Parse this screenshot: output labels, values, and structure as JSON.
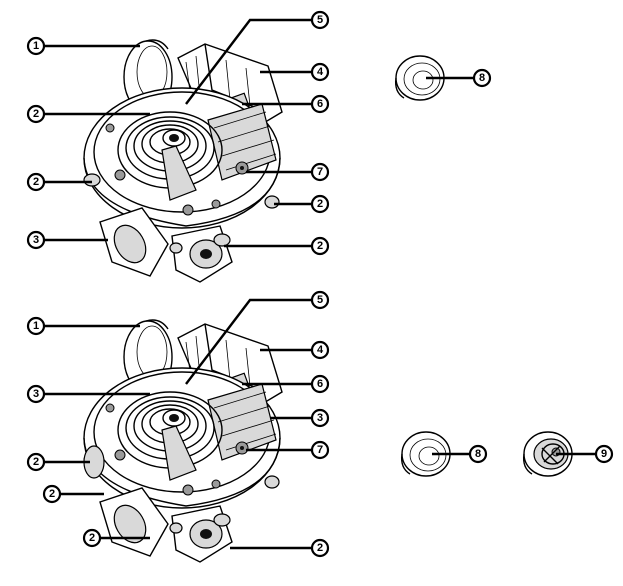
{
  "figures": [
    {
      "name": "upper-assembly",
      "callouts": [
        {
          "id": "c1",
          "label": "1"
        },
        {
          "id": "c2a",
          "label": "2"
        },
        {
          "id": "c2b",
          "label": "2"
        },
        {
          "id": "c3",
          "label": "3"
        },
        {
          "id": "c5",
          "label": "5"
        },
        {
          "id": "c4",
          "label": "4"
        },
        {
          "id": "c6",
          "label": "6"
        },
        {
          "id": "c7",
          "label": "7"
        },
        {
          "id": "c2c",
          "label": "2"
        },
        {
          "id": "c2d",
          "label": "2"
        }
      ]
    },
    {
      "name": "lower-assembly",
      "callouts": [
        {
          "id": "c1",
          "label": "1"
        },
        {
          "id": "c3a",
          "label": "3"
        },
        {
          "id": "c2a",
          "label": "2"
        },
        {
          "id": "c2b",
          "label": "2"
        },
        {
          "id": "c2c",
          "label": "2"
        },
        {
          "id": "c5",
          "label": "5"
        },
        {
          "id": "c4",
          "label": "4"
        },
        {
          "id": "c6",
          "label": "6"
        },
        {
          "id": "c3b",
          "label": "3"
        },
        {
          "id": "c7",
          "label": "7"
        },
        {
          "id": "c2d",
          "label": "2"
        }
      ]
    }
  ],
  "parts": [
    {
      "name": "plug-upper",
      "callouts": [
        {
          "id": "c8",
          "label": "8"
        }
      ]
    },
    {
      "name": "plug-lower",
      "callouts": [
        {
          "id": "c8",
          "label": "8"
        }
      ]
    },
    {
      "name": "gland-lower",
      "callouts": [
        {
          "id": "c9",
          "label": "9"
        }
      ]
    }
  ]
}
